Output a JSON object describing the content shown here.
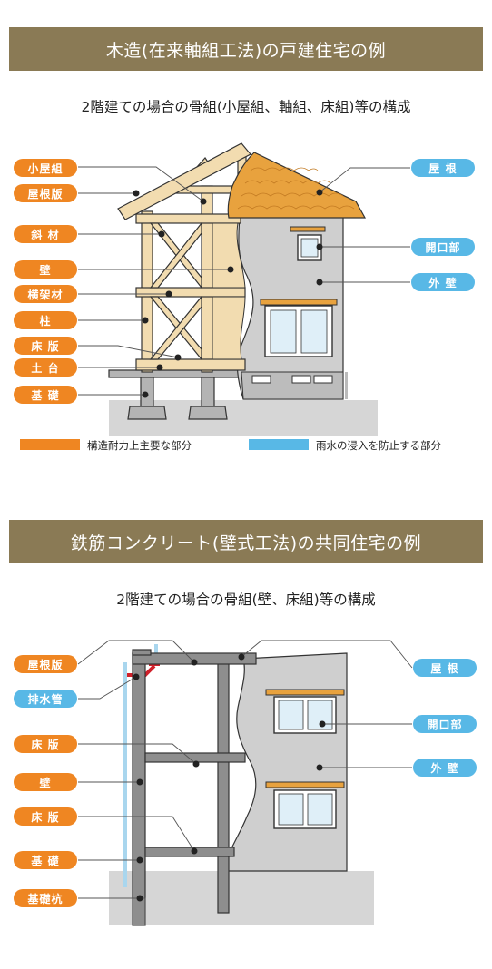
{
  "section1": {
    "banner": "木造(在来軸組工法)の戸建住宅の例",
    "subtitle": "2階建ての場合の骨組(小屋組、軸組、床組)等の構成",
    "labels_left": [
      "小屋組",
      "屋根版",
      "斜 材",
      "壁",
      "横架材",
      "柱",
      "床 版",
      "土 台",
      "基 礎"
    ],
    "labels_right": [
      "屋 根",
      "開口部",
      "外 壁"
    ]
  },
  "legend": {
    "structural": "構造耐力上主要な部分",
    "waterproof": "雨水の浸入を防止する部分"
  },
  "section2": {
    "banner": "鉄筋コンクリート(壁式工法)の共同住宅の例",
    "subtitle": "2階建ての場合の骨組(壁、床組)等の構成",
    "labels_left": [
      "屋根版",
      "排水管",
      "床 版",
      "壁",
      "床 版",
      "基 礎",
      "基礎杭"
    ],
    "labels_right": [
      "屋 根",
      "開口部",
      "外 壁"
    ]
  },
  "colors": {
    "banner": "#8a7a55",
    "structural": "#ef8622",
    "waterproof": "#58b8e6",
    "wood": "#f2dcb0",
    "roof": "#e8a23e",
    "wall": "#cfcfcf",
    "ground": "#d6d6d6"
  }
}
